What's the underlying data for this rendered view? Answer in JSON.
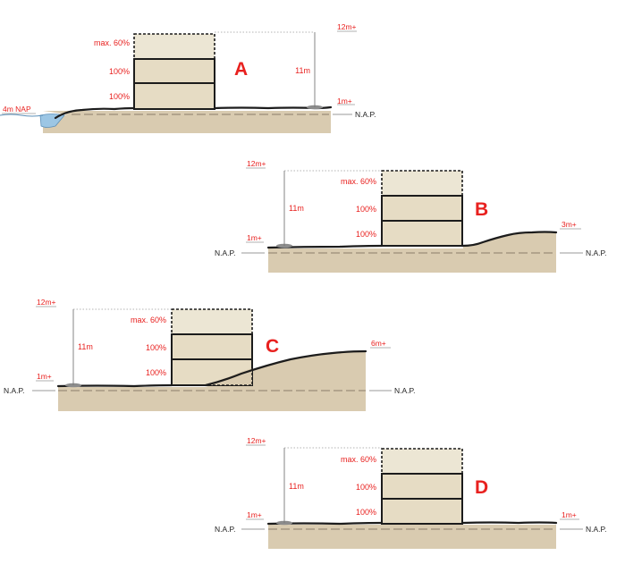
{
  "panels": {
    "a": {
      "letter": "A",
      "label_top": "max. 60%",
      "label_mid": "100%",
      "label_low": "100%",
      "height": "11m",
      "top_level": "12m+",
      "ground_level": "1m+",
      "water_level": "4m NAP",
      "nap": "N.A.P."
    },
    "b": {
      "letter": "B",
      "label_top": "max. 60%",
      "label_mid": "100%",
      "label_low": "100%",
      "height": "11m",
      "top_level": "12m+",
      "ground_level": "1m+",
      "right_level": "3m+",
      "nap": "N.A.P."
    },
    "c": {
      "letter": "C",
      "label_top": "max. 60%",
      "label_mid": "100%",
      "label_low": "100%",
      "height": "11m",
      "top_level": "12m+",
      "ground_level": "1m+",
      "right_level": "6m+",
      "nap": "N.A.P."
    },
    "d": {
      "letter": "D",
      "label_top": "max. 60%",
      "label_mid": "100%",
      "label_low": "100%",
      "height": "11m",
      "top_level": "12m+",
      "ground_level": "1m+",
      "right_level": "1m+",
      "nap": "N.A.P."
    }
  },
  "colors": {
    "label": "#e8211f",
    "ground": "#d9cbb0",
    "building": "#e6dcc4",
    "water": "#9cc6e4"
  }
}
